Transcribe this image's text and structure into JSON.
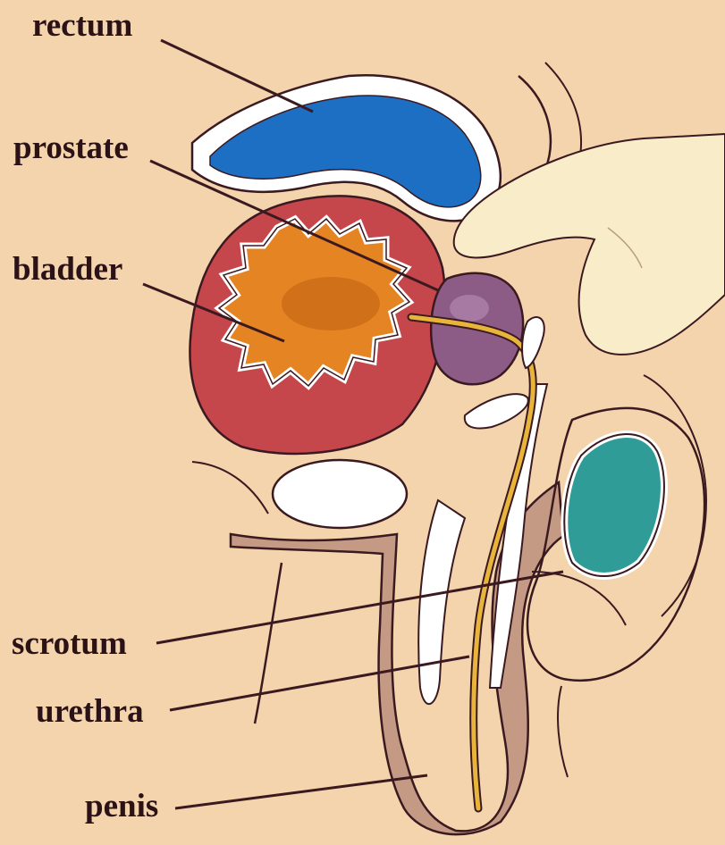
{
  "labels": {
    "rectum": "rectum",
    "prostate": "prostate",
    "bladder": "bladder",
    "scrotum": "scrotum",
    "urethra": "urethra",
    "penis": "penis"
  },
  "colors": {
    "background": "#f3d4ac",
    "rectum": "#1d6fc4",
    "bladder_wall": "#c5474b",
    "bladder_interior": "#e58423",
    "prostate": "#8c5b86",
    "testis": "#2f9c97",
    "urethra": "#e9b43a",
    "penis_skin": "#c49a84",
    "finger": "#f8ecc9",
    "outline": "#3a1a20"
  }
}
